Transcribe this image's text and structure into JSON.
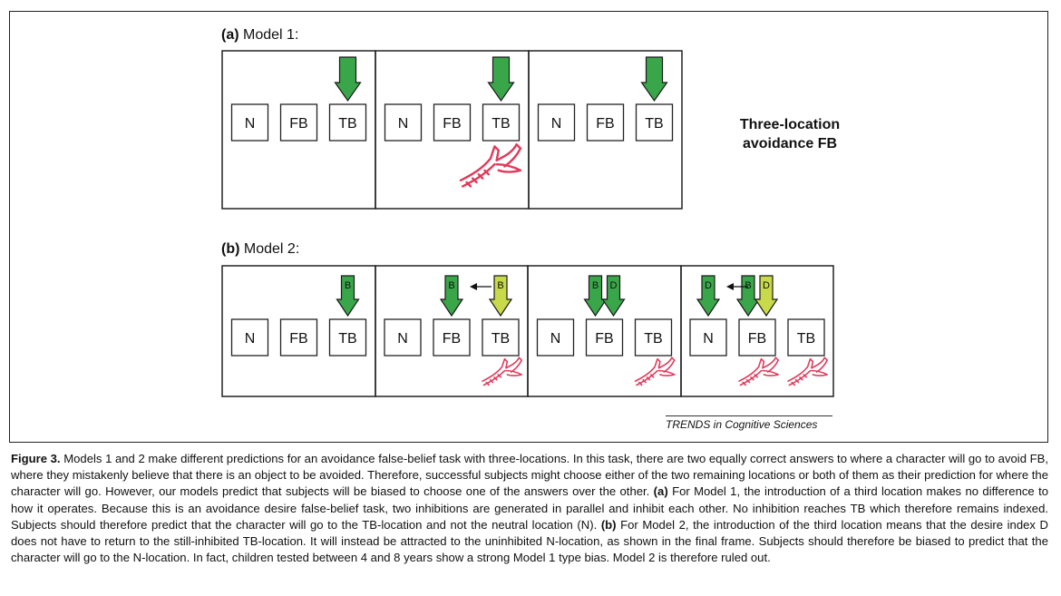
{
  "panel_a": {
    "letter": "(a)",
    "title": "Model 1:",
    "frames": [
      {
        "boxes": [
          "N",
          "FB",
          "TB"
        ],
        "arrows": [
          {
            "target": 2,
            "color": "green",
            "label": ""
          }
        ],
        "hands": []
      },
      {
        "boxes": [
          "N",
          "FB",
          "TB"
        ],
        "arrows": [
          {
            "target": 2,
            "color": "green",
            "label": ""
          }
        ],
        "hands": [
          "large"
        ]
      },
      {
        "boxes": [
          "N",
          "FB",
          "TB"
        ],
        "arrows": [
          {
            "target": 2,
            "color": "green",
            "label": ""
          }
        ],
        "hands": []
      }
    ]
  },
  "panel_b": {
    "letter": "(b)",
    "title": "Model 2:",
    "frames": [
      {
        "boxes": [
          "N",
          "FB",
          "TB"
        ],
        "arrows": [
          {
            "target": 2,
            "color": "green",
            "label": "B"
          }
        ],
        "hands": [],
        "shift": null
      },
      {
        "boxes": [
          "N",
          "FB",
          "TB"
        ],
        "arrows": [
          {
            "target": 1,
            "color": "green",
            "label": "B"
          },
          {
            "target": 2,
            "color": "yellow",
            "label": "B"
          }
        ],
        "hands": [
          2
        ],
        "shift": {
          "from": 2,
          "to": 1
        }
      },
      {
        "boxes": [
          "N",
          "FB",
          "TB"
        ],
        "arrows": [
          {
            "target": 1,
            "color": "green",
            "label": "B",
            "offset": -10
          },
          {
            "target": 1,
            "color": "green",
            "label": "D",
            "offset": 10
          }
        ],
        "hands": [
          2
        ],
        "shift": null
      },
      {
        "boxes": [
          "N",
          "FB",
          "TB"
        ],
        "arrows": [
          {
            "target": 0,
            "color": "green",
            "label": "D"
          },
          {
            "target": 1,
            "color": "green",
            "label": "B",
            "offset": -10
          },
          {
            "target": 1,
            "color": "yellow",
            "label": "D",
            "offset": 10
          }
        ],
        "hands": [
          1,
          2
        ],
        "shift": {
          "from": 1,
          "to": 0
        }
      }
    ]
  },
  "side_title": {
    "line1": "Three-location",
    "line2": "avoidance FB"
  },
  "credit": "TRENDS in Cognitive Sciences",
  "colors": {
    "green_arrow": "#3aa64a",
    "yellow_arrow": "#c8d94a",
    "hand": "#e03a5a",
    "frame": "#222222"
  },
  "caption": {
    "label": "Figure 3.",
    "text1": " Models 1 and 2 make different predictions for an avoidance false-belief task with three-locations. In this task, there are two equally correct answers to where a character will go to avoid FB, where they mistakenly believe that there is an object to be avoided. Therefore, successful subjects might choose either of the two remaining locations or both of them as their prediction for where the character will go. However, our models predict that subjects will be biased to choose one of the answers over the other. ",
    "a_label": "(a)",
    "text2": " For Model 1, the introduction of a third location makes no difference to how it operates. Because this is an avoidance desire false-belief task, two inhibitions are generated in parallel and inhibit each other. No inhibition reaches TB which therefore remains indexed. Subjects should therefore predict that the character will go to the TB-location and not the neutral location (N). ",
    "b_label": "(b)",
    "text3": " For Model 2, the introduction of the third location means that the desire index D does not have to return to the still-inhibited TB-location. It will instead be attracted to the uninhibited N-location, as shown in the final frame. Subjects should therefore be biased to predict that the character will go to the N-location. In fact, children tested between 4 and 8 years show a strong Model 1 type bias. Model 2 is therefore ruled out."
  }
}
